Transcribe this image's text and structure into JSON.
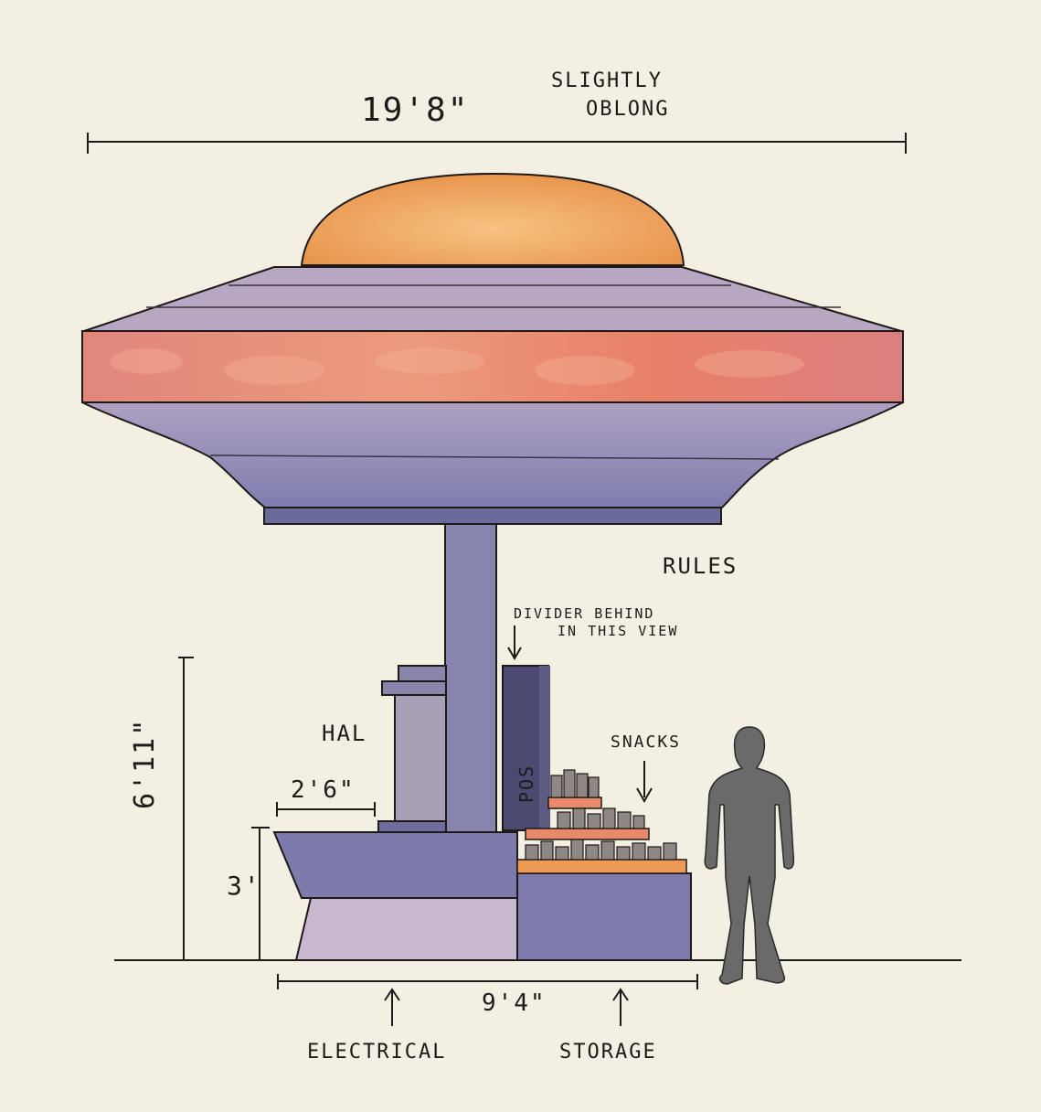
{
  "dimensions": {
    "overall_width": "19'8\"",
    "total_height": "6'11\"",
    "counter_height": "3'",
    "counter_depth": "2'6\"",
    "base_width": "9'4\""
  },
  "notes": {
    "shape_line1": "SLIGHTLY",
    "shape_line2": "OBLONG",
    "rules": "RULES",
    "divider_line1": "DIVIDER BEHIND",
    "divider_line2": "IN THIS VIEW",
    "hal": "HAL",
    "snacks": "SNACKS",
    "pos": "POS",
    "electrical": "ELECTRICAL",
    "storage": "STORAGE"
  },
  "colors": {
    "paper": "#f4efe3",
    "ink": "#1d1a18",
    "dome_orange": "#eeaa62",
    "glow_band": "#e68a78",
    "canopy_lilac": "#b3a3bf",
    "structure_purple": "#7b78a6",
    "figure_gray": "#6a6a6a"
  }
}
